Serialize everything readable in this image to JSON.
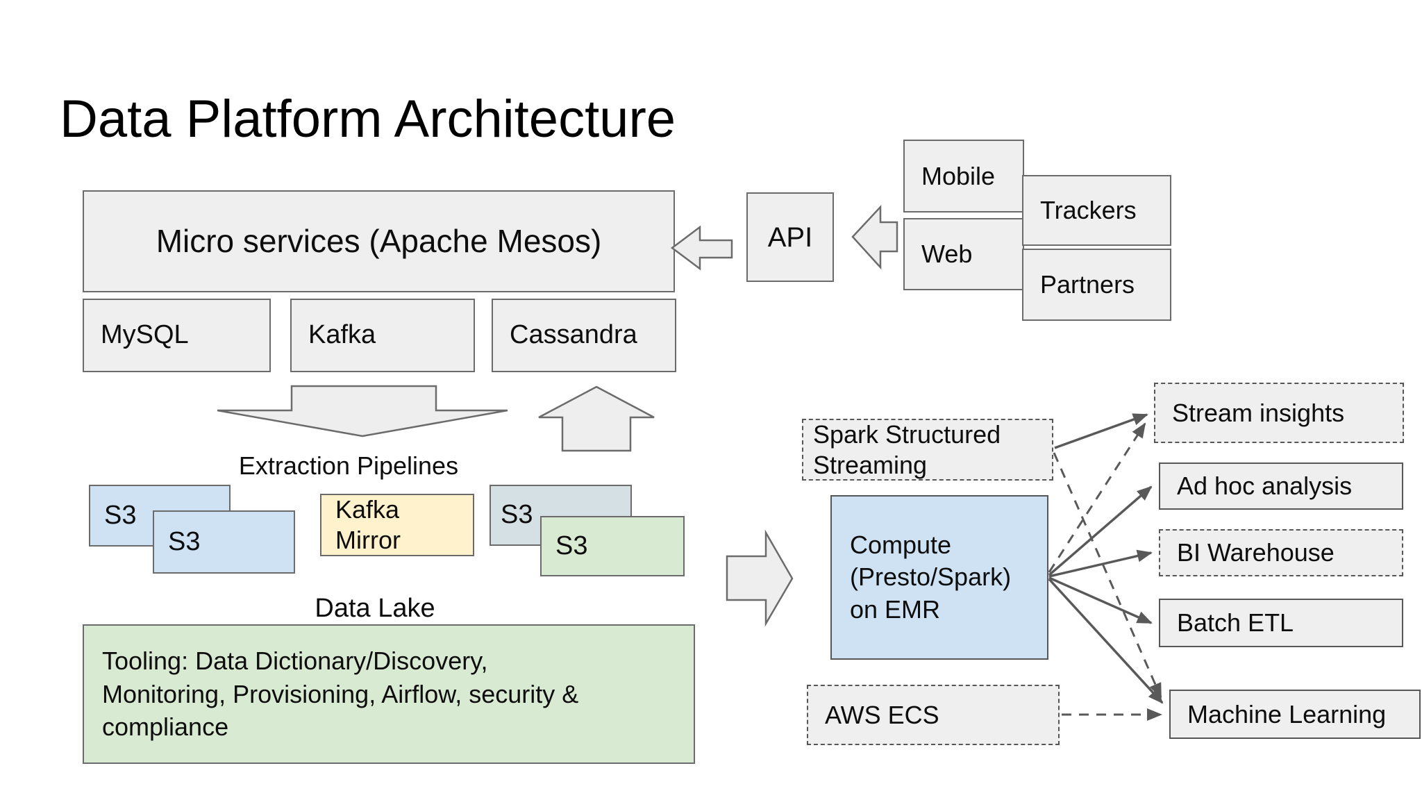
{
  "title": "Data Platform Architecture",
  "colors": {
    "box_fill": "#efefef",
    "box_border": "#6b6b6b",
    "blue_fill": "#cfe2f3",
    "yellow_fill": "#fff2cc",
    "green_fill": "#d9ead3",
    "teal_fill": "#d5e0e4",
    "compute_fill": "#cfe2f3",
    "arrow_line": "#595959"
  },
  "services": {
    "micro_services": "Micro services (Apache Mesos)",
    "mysql": "MySQL",
    "kafka": "Kafka",
    "cassandra": "Cassandra",
    "api": "API"
  },
  "sources": {
    "mobile": "Mobile",
    "trackers": "Trackers",
    "web": "Web",
    "partners": "Partners"
  },
  "pipeline": {
    "extraction_label": "Extraction Pipelines",
    "s3": "S3",
    "kafka_mirror": {
      "lines": [
        "Kafka",
        "Mirror"
      ]
    },
    "data_lake_label": "Data Lake"
  },
  "tooling": {
    "lines": [
      "Tooling: Data Dictionary/Discovery,",
      "Monitoring, Provisioning, Airflow, security &",
      "compliance"
    ]
  },
  "processing": {
    "spark_streaming": {
      "lines": [
        "Spark Structured",
        "Streaming"
      ]
    },
    "compute": {
      "lines": [
        "Compute",
        "(Presto/Spark)",
        "on EMR"
      ]
    },
    "aws_ecs": "AWS ECS"
  },
  "outputs": {
    "stream_insights": "Stream insights",
    "ad_hoc_analysis": "Ad hoc analysis",
    "bi_warehouse": "BI Warehouse",
    "batch_etl": "Batch ETL",
    "machine_learning": "Machine Learning"
  }
}
